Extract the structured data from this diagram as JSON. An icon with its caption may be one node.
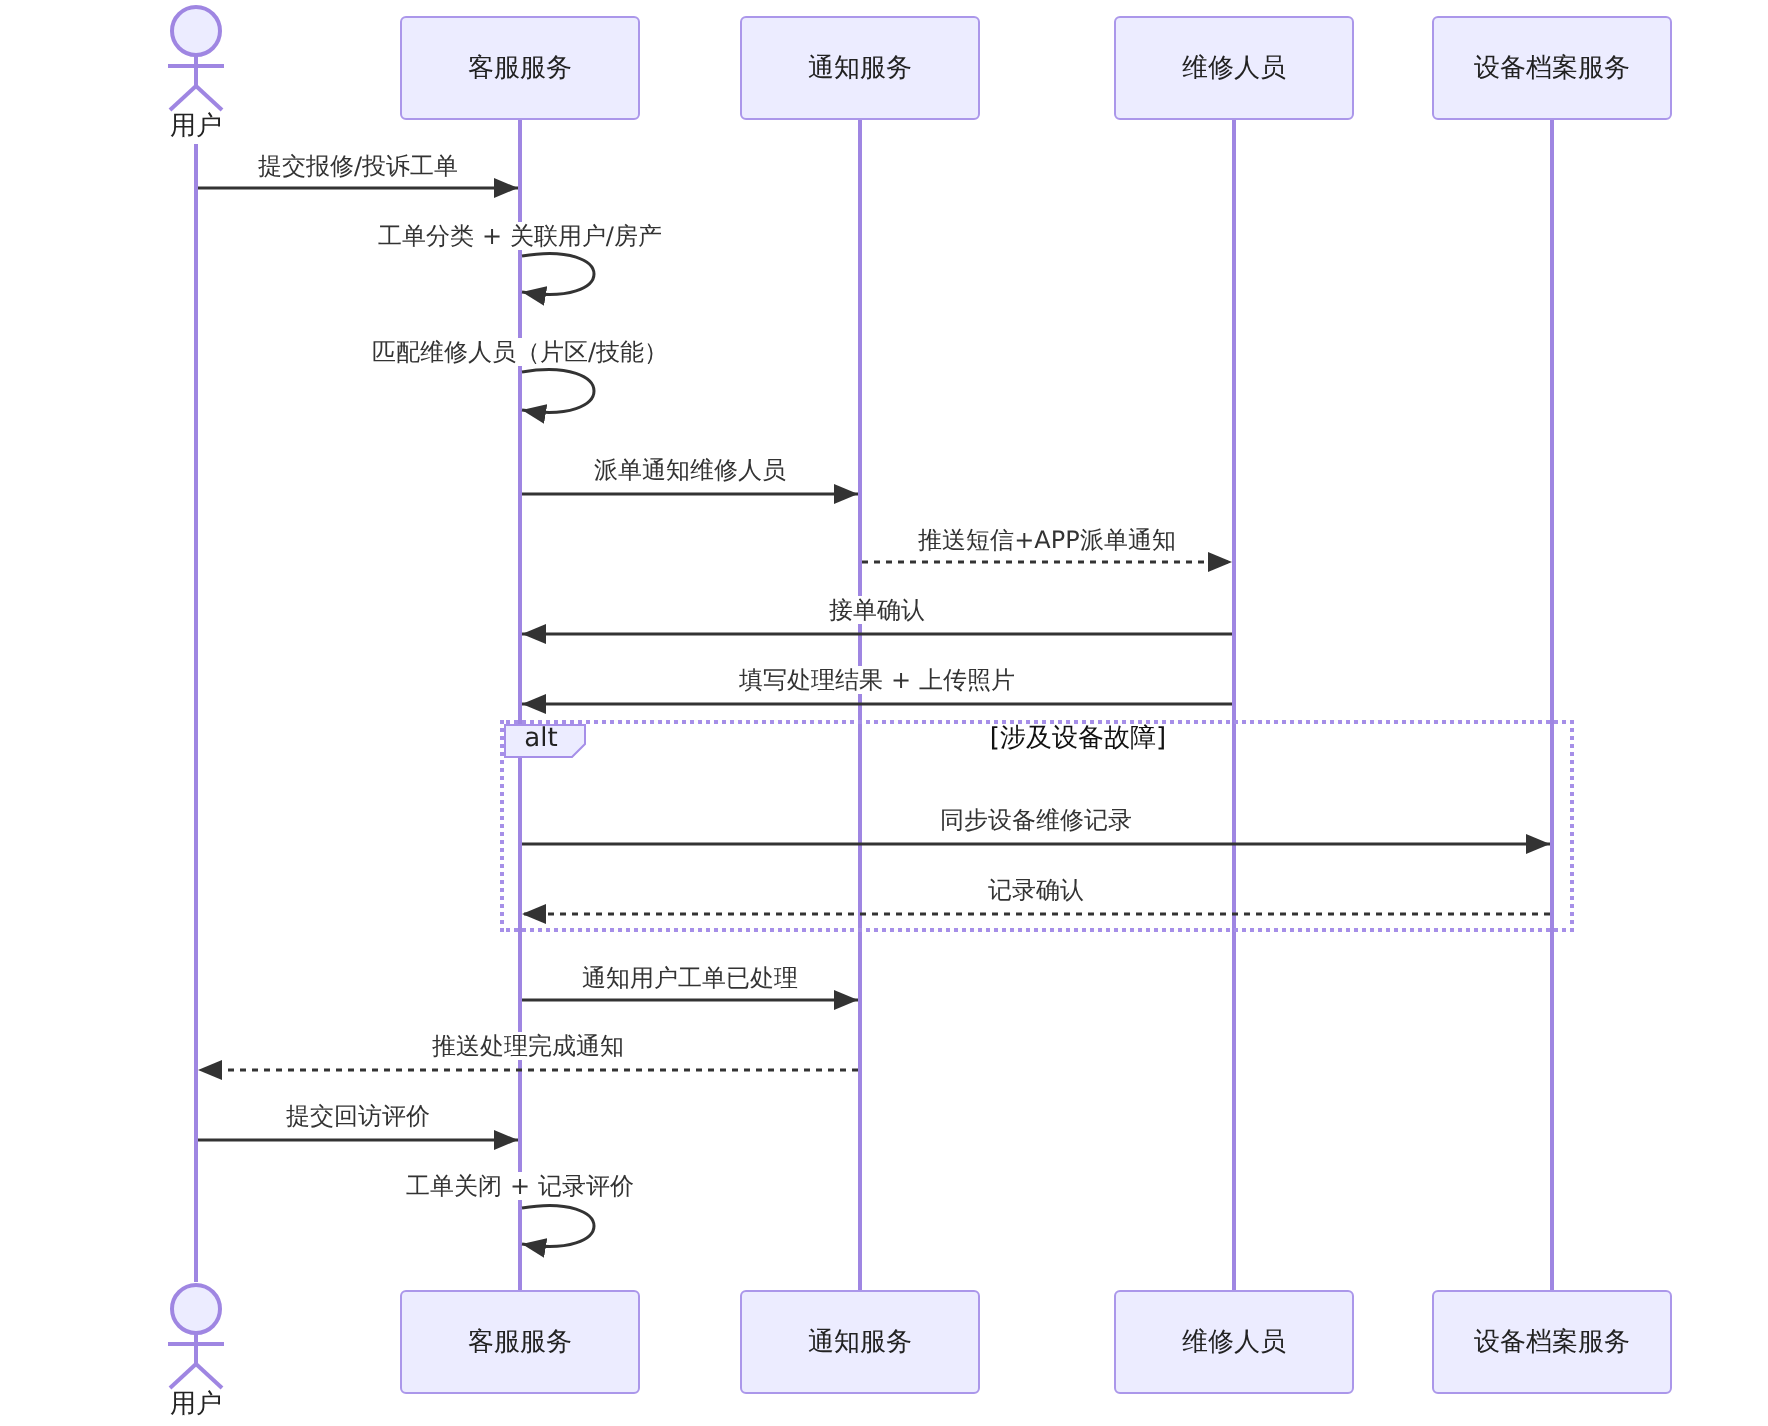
{
  "diagram": {
    "nodes": [
      {
        "text": [
          "用户"
        ]
      },
      {
        "text": [
          "客服服务"
        ]
      },
      {
        "text": [
          "通知服务"
        ]
      },
      {
        "text": [
          "维修人员"
        ]
      },
      {
        "text": [
          "设备档案服务"
        ]
      },
      {
        "text": [],
        "shape": "line"
      },
      {
        "text": [],
        "shape": "line"
      },
      {
        "text": [],
        "shape": "line"
      },
      {
        "text": [],
        "shape": "line"
      },
      {
        "text": [],
        "shape": "line"
      },
      {
        "text": [
          "[涉及设备故障]"
        ]
      },
      {
        "text": [
          "alt"
        ],
        "in": 10
      },
      {
        "text": [
          "用户"
        ]
      },
      {
        "text": [
          "客服服务"
        ]
      },
      {
        "text": [
          "通知服务"
        ]
      },
      {
        "text": [
          "维修人员"
        ]
      },
      {
        "text": [
          "设备档案服务"
        ]
      }
    ],
    "edges": [
      {
        "from": 5,
        "to": 6,
        "arrow": "to",
        "label": "提交报修/投诉工单"
      },
      {
        "from": 6,
        "to": 6,
        "arrow": "to",
        "label": "工单分类 + 关联用户/房产"
      },
      {
        "from": 6,
        "to": 6,
        "arrow": "to",
        "label": "匹配维修人员（片区/技能）"
      },
      {
        "from": 6,
        "to": 7,
        "arrow": "to",
        "label": "派单通知维修人员"
      },
      {
        "from": 7,
        "to": 8,
        "arrow": "to",
        "label": "推送短信+APP派单通知",
        "style": "dashed"
      },
      {
        "from": 8,
        "to": 6,
        "arrow": "to",
        "label": "接单确认"
      },
      {
        "from": 8,
        "to": 6,
        "arrow": "to",
        "label": "填写处理结果 + 上传照片"
      },
      {
        "from": 6,
        "to": 9,
        "arrow": "to",
        "label": "同步设备维修记录"
      },
      {
        "from": 9,
        "to": 6,
        "arrow": "to",
        "label": "记录确认",
        "style": "dashed"
      },
      {
        "from": 6,
        "to": 7,
        "arrow": "to",
        "label": "通知用户工单已处理"
      },
      {
        "from": 7,
        "to": 5,
        "arrow": "to",
        "label": "推送处理完成通知",
        "style": "dashed"
      },
      {
        "from": 5,
        "to": 6,
        "arrow": "to",
        "label": "提交回访评价"
      },
      {
        "from": 6,
        "to": 6,
        "arrow": "to",
        "label": "工单关闭 + 记录评价"
      }
    ]
  }
}
